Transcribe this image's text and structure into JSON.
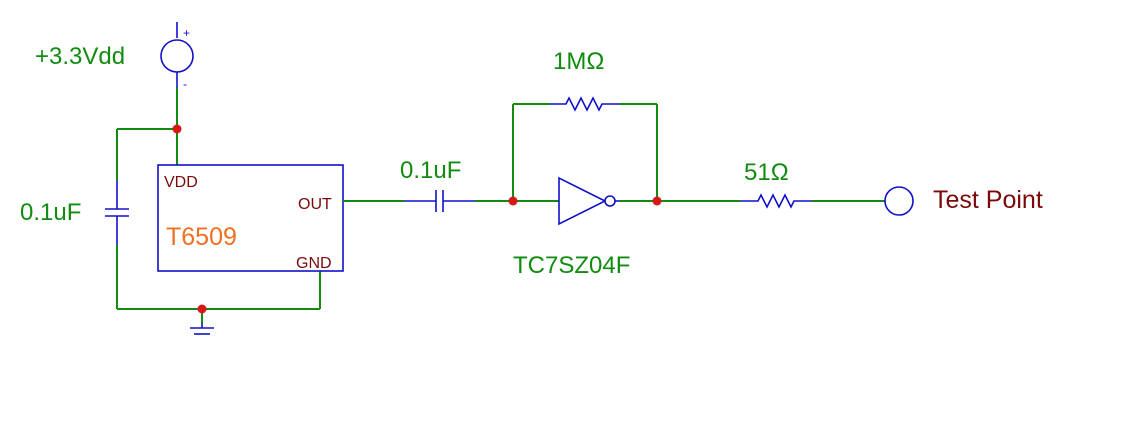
{
  "supply": {
    "label": "+3.3Vdd",
    "plus": "+",
    "minus": "-"
  },
  "decoupling_cap": {
    "label": "0.1uF"
  },
  "sensor_ic": {
    "name": "T6509",
    "pin_vdd": "VDD",
    "pin_out": "OUT",
    "pin_gnd": "GND"
  },
  "coupling_cap": {
    "label": "0.1uF"
  },
  "feedback_resistor": {
    "label": "1MΩ"
  },
  "inverter": {
    "name": "TC7SZ04F"
  },
  "series_resistor": {
    "label": "51Ω"
  },
  "test_point": {
    "label": "Test Point"
  },
  "colors": {
    "wire": "#118c11",
    "component": "#1010c8",
    "junction": "#d81818",
    "chip_name": "#f07020",
    "pin_label": "#7a0a0a"
  }
}
